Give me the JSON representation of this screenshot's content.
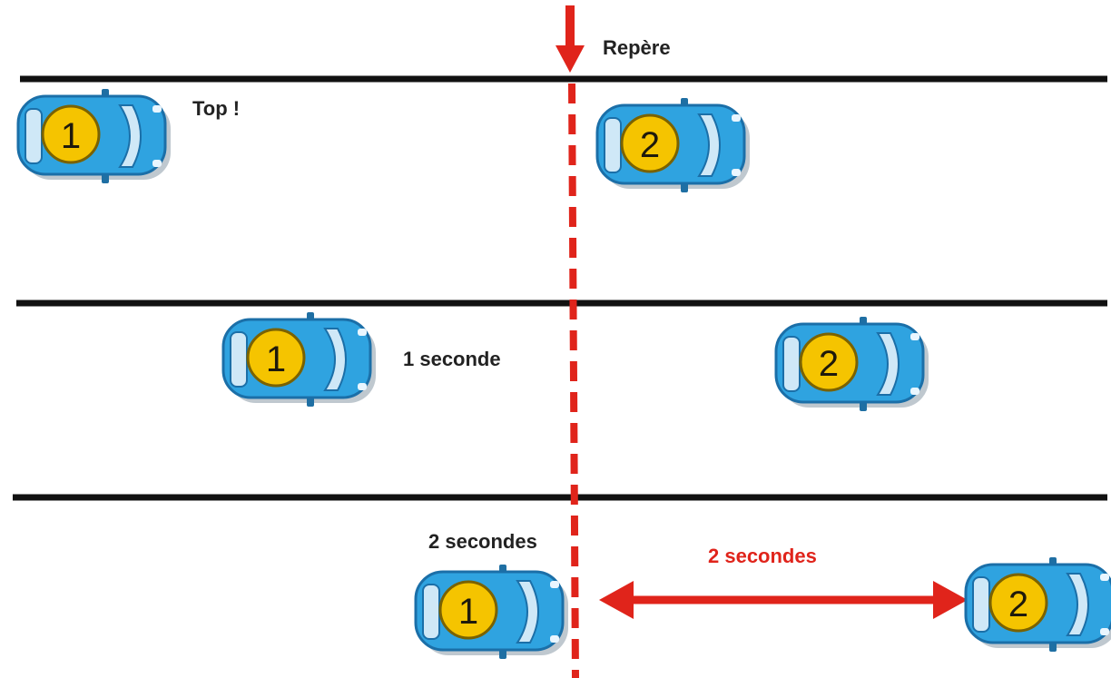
{
  "labels": {
    "marker": "Repère",
    "top": "Top !",
    "one_second": "1 seconde",
    "two_seconds_car1": "2 secondes",
    "two_seconds_gap": "2 secondes"
  },
  "cars": {
    "row1_car_a": "1",
    "row1_car_b": "2",
    "row2_car_a": "1",
    "row2_car_b": "2",
    "row3_car_a": "1",
    "row3_car_b": "2"
  },
  "colors": {
    "road_line": "#111111",
    "marker_red": "#e0241b",
    "car_body": "#2fa3e0",
    "car_window": "#cfe8f7",
    "car_badge": "#f5c400"
  }
}
